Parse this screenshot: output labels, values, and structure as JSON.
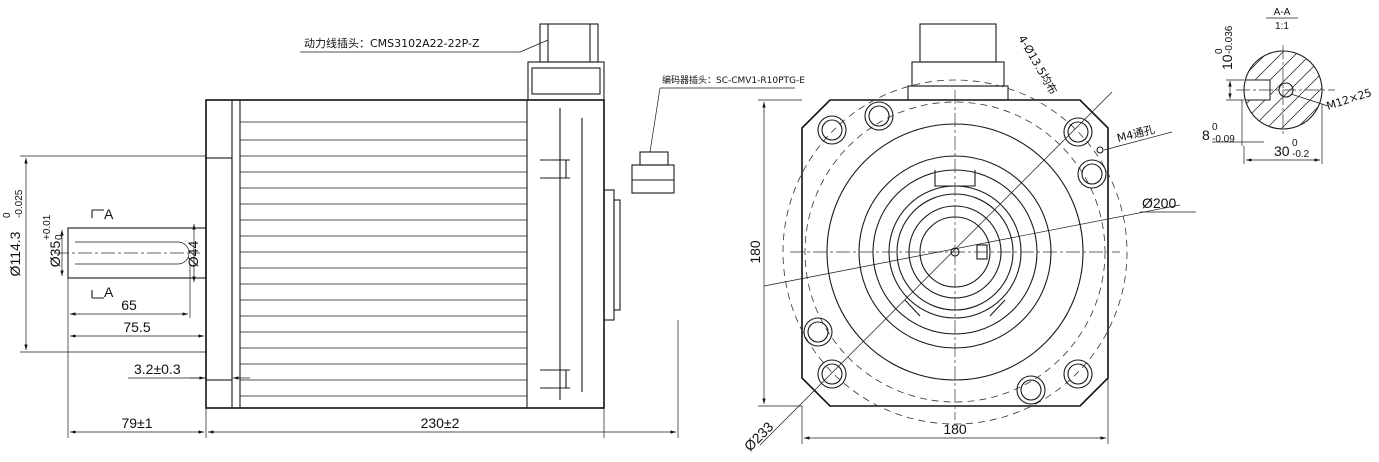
{
  "labels": {
    "power_connector": "动力线插头：CMS3102A22-22P-Z",
    "encoder_connector": "编码器插头：SC-CMV1-R10PTG-E",
    "section_title": "A-A",
    "section_scale": "1:1",
    "section_marker_top": "A",
    "section_marker_bottom": "A",
    "holes": "4-Ø13.5均布",
    "m4_hole": "M4通孔",
    "thread": "M12×25"
  },
  "dimensions": {
    "flange_diameter": "Ø114.3",
    "flange_tol_upper": "0",
    "flange_tol_lower": "-0.025",
    "shaft_diameter": "Ø35",
    "shaft_tol_upper": "+0.01",
    "shaft_tol_lower": "0",
    "inner_diameter": "Ø44",
    "key_length": "65",
    "shaft_length": "75.5",
    "flange_thickness": "3.2±0.3",
    "shaft_total": "79±1",
    "body_length": "230±2",
    "square_height": "180",
    "square_width": "180",
    "pcd": "Ø200",
    "outer_circle": "Ø233",
    "key_height": "10",
    "key_height_tol_upper": "0",
    "key_height_tol_lower": "-0.036",
    "key_width": "8",
    "key_width_tol_upper": "0",
    "key_width_tol_lower": "-0.09",
    "key_depth": "30",
    "key_depth_tol_upper": "0",
    "key_depth_tol_lower": "-0.2"
  }
}
